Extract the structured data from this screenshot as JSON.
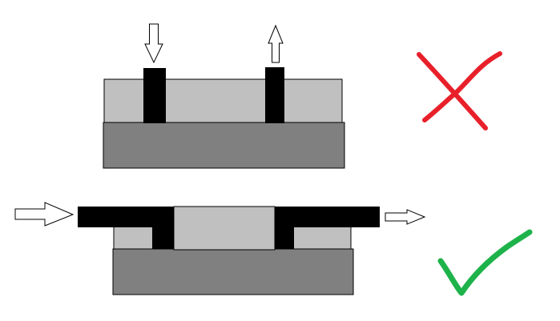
{
  "diagram": {
    "panels": [
      {
        "id": "incorrect",
        "verdict": "wrong",
        "verdict_icon": "cross-icon",
        "inlet_arrow_direction": "down",
        "outlet_arrow_direction": "up"
      },
      {
        "id": "correct",
        "verdict": "right",
        "verdict_icon": "check-icon",
        "inlet_arrow_direction": "right",
        "outlet_arrow_direction": "right"
      }
    ],
    "colors": {
      "base_block": "#808080",
      "light_block": "#c0c0c0",
      "channel": "#000000",
      "arrow_fill": "#ffffff",
      "arrow_stroke": "#000000",
      "cross": "#e8202a",
      "check": "#1db34a",
      "background": "#ffffff"
    }
  }
}
